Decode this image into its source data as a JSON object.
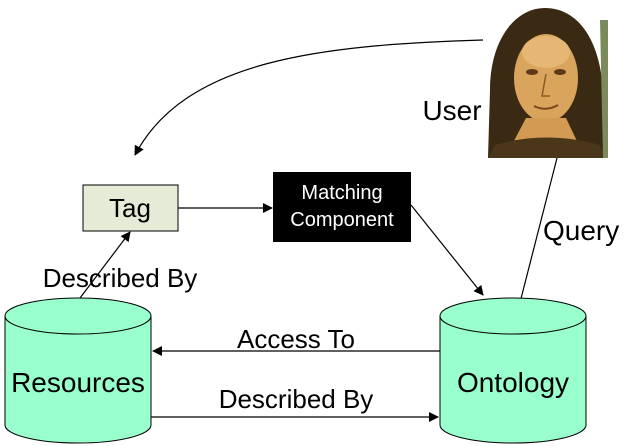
{
  "nodes": {
    "user": "User",
    "tag": "Tag",
    "matching_line1": "Matching",
    "matching_line2": "Component",
    "resources": "Resources",
    "ontology": "Ontology"
  },
  "edges": {
    "query": "Query",
    "access_to": "Access To",
    "described_by_tag": "Described By",
    "described_by_resources": "Described By"
  },
  "colors": {
    "cylinder_fill": "#99FFCC",
    "tag_fill": "#E6EBD7",
    "matching_fill": "#000000"
  },
  "user_image": "mona-lisa-portrait"
}
